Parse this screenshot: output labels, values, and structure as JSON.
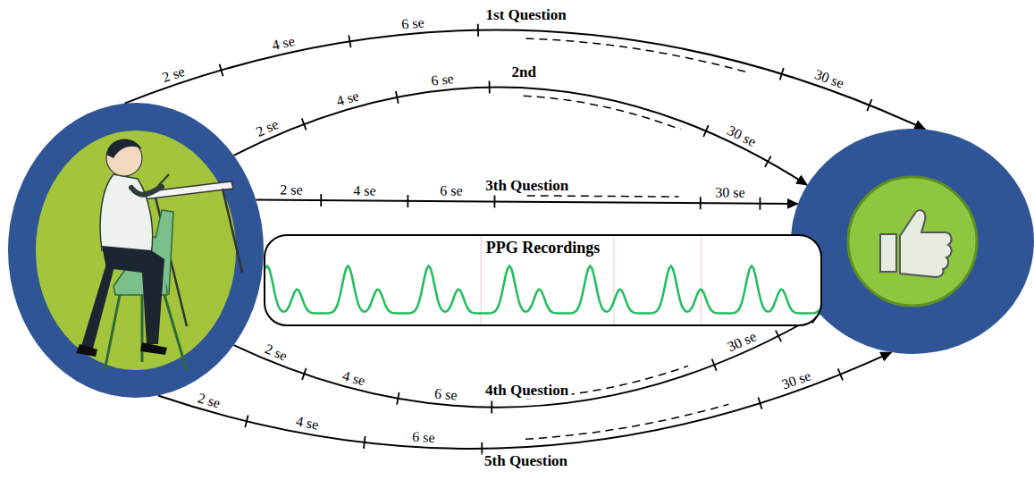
{
  "diagram": {
    "nodes": [
      {
        "text": []
      },
      {
        "text": []
      },
      {
        "text": [
          "PPG Recordings"
        ]
      }
    ],
    "edges": [
      {
        "from": 0,
        "to": 1,
        "arrow": "to",
        "label": "1st Question"
      },
      {
        "from": 0,
        "to": 1,
        "arrow": "to",
        "label": "2nd"
      },
      {
        "from": 0,
        "to": 1,
        "arrow": "to",
        "label": "3th Question"
      },
      {
        "from": 0,
        "to": 1,
        "arrow": "to",
        "label": "4th Question"
      },
      {
        "from": 0,
        "to": 1,
        "arrow": "to",
        "label": "5th Question"
      }
    ],
    "labels": [
      "2 se",
      "4 se",
      "6 se",
      "30 se",
      "2 se",
      "4 se",
      "6 se",
      "30 se",
      "2 se",
      "4 se",
      "6 se",
      "30 se",
      "2 se",
      "4 se",
      "6 se",
      "30 se",
      "2 se",
      "4 se",
      "6 se",
      "30 se"
    ]
  }
}
